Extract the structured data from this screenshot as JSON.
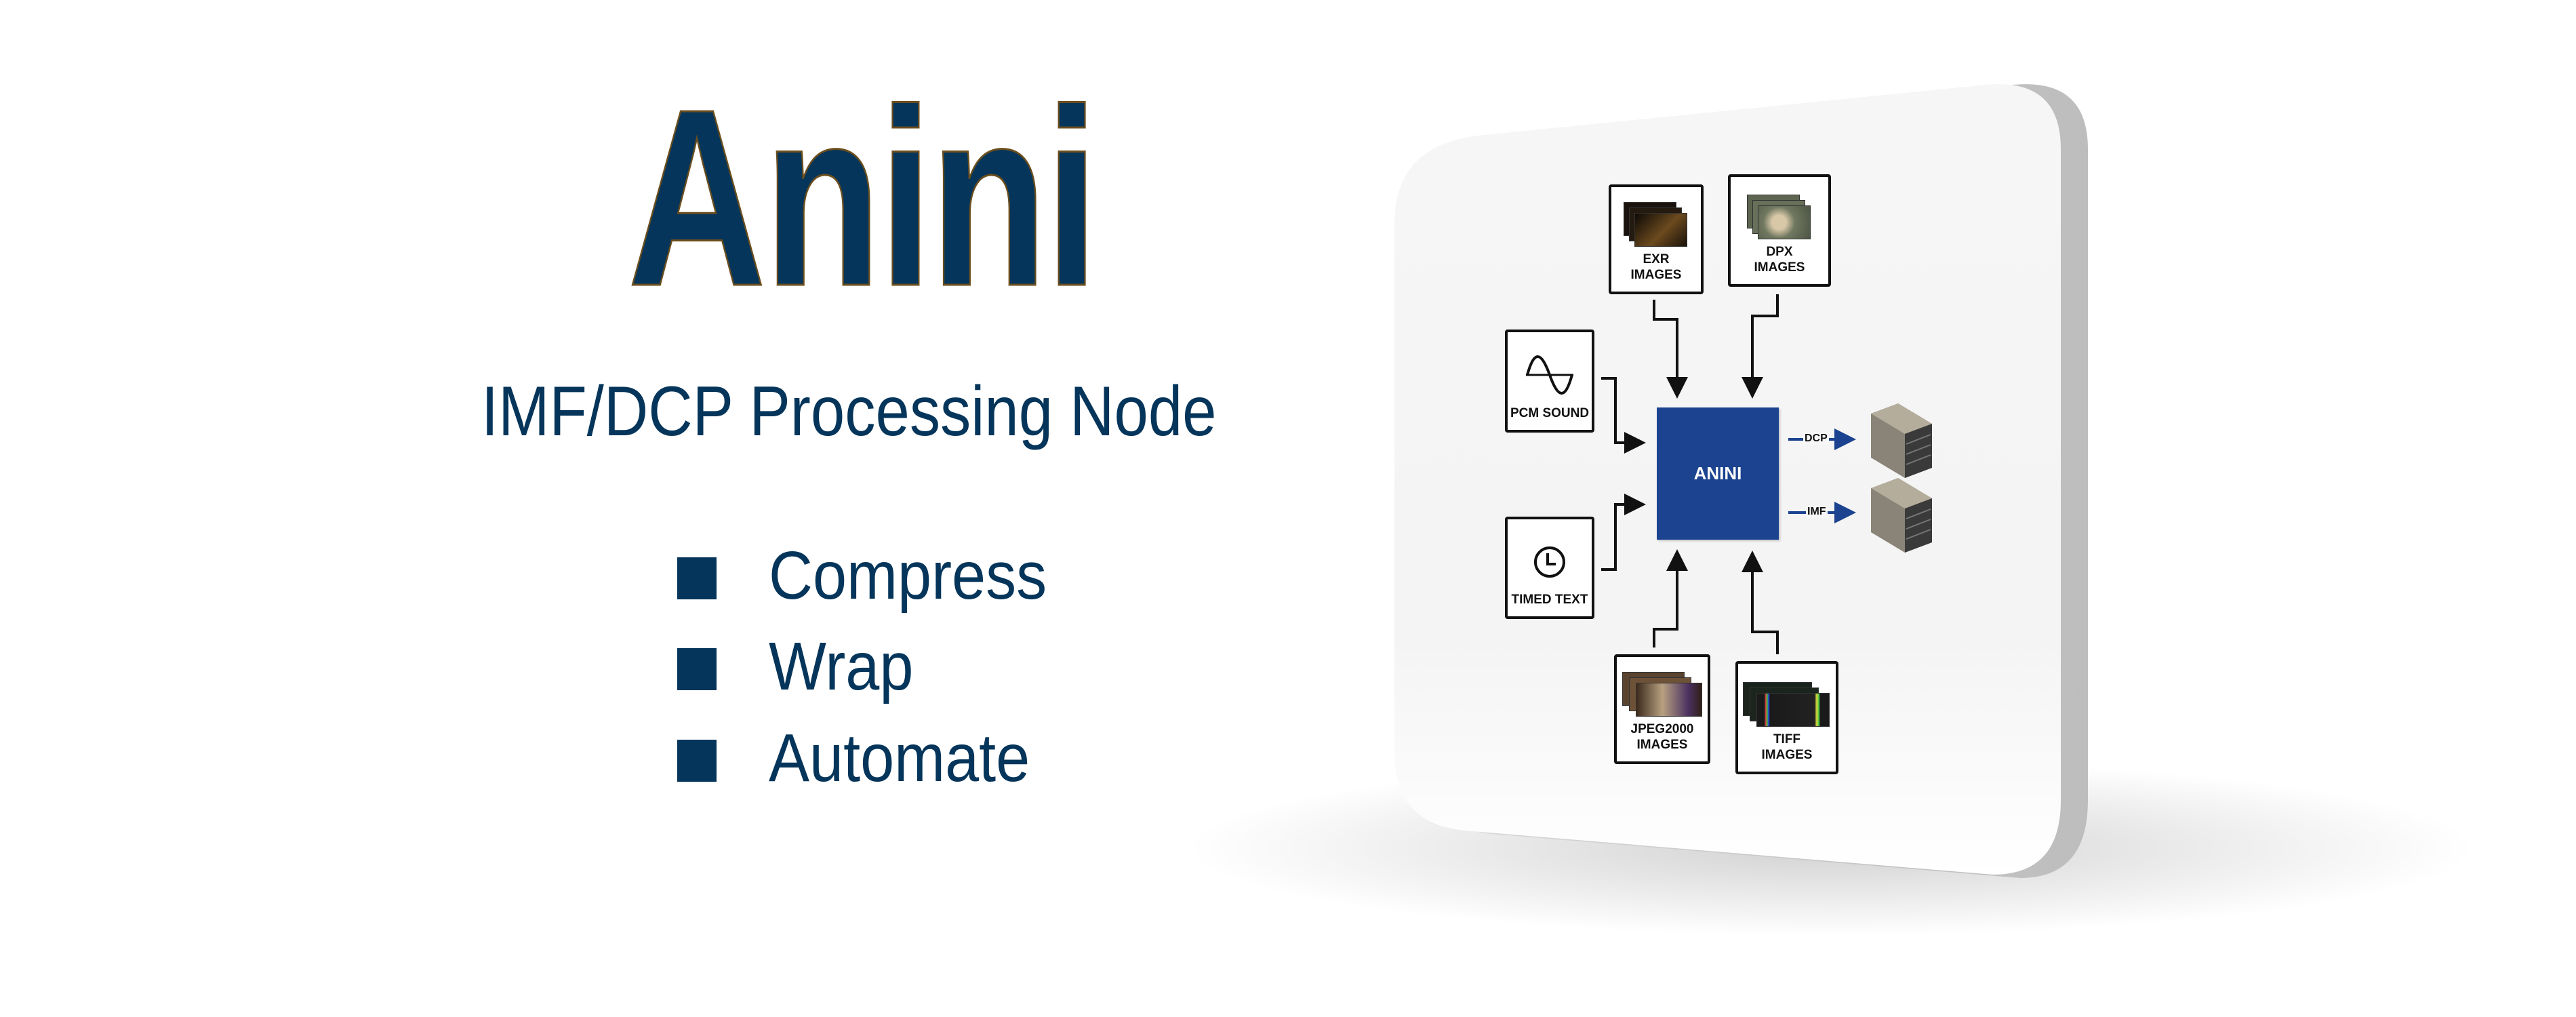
{
  "header": {
    "title": "Anini",
    "subtitle": "IMF/DCP Processing Node"
  },
  "features": [
    {
      "label": "Compress"
    },
    {
      "label": "Wrap"
    },
    {
      "label": "Automate"
    }
  ],
  "diagram": {
    "core_label": "ANINI",
    "inputs": {
      "exr": {
        "line1": "EXR",
        "line2": "IMAGES"
      },
      "dpx": {
        "line1": "DPX",
        "line2": "IMAGES"
      },
      "pcm": {
        "line1": "PCM SOUND"
      },
      "timed_text": {
        "line1": "TIMED TEXT"
      },
      "jpeg2000": {
        "line1": "JPEG2000",
        "line2": "IMAGES"
      },
      "tiff": {
        "line1": "TIFF",
        "line2": "IMAGES"
      }
    },
    "outputs": [
      {
        "label": "DCP"
      },
      {
        "label": "IMF"
      }
    ]
  },
  "colors": {
    "brand": "#05355a",
    "core": "#1b438f",
    "output_arrow": "#1b438f"
  }
}
